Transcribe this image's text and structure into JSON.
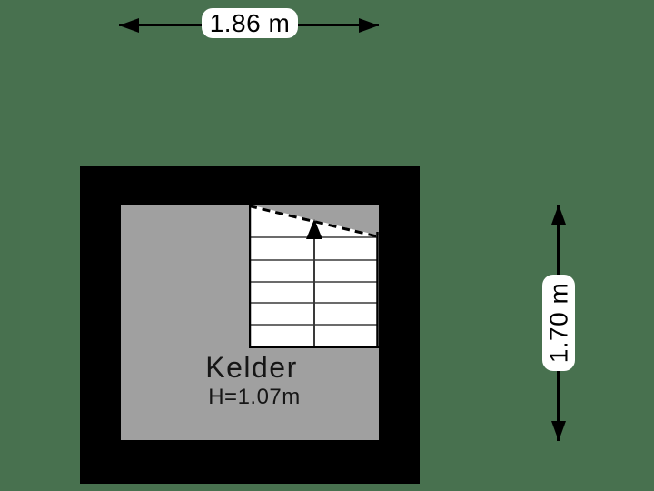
{
  "canvas": {
    "background_color": "#48714F"
  },
  "dimensions": {
    "width": {
      "label": "1.86 m"
    },
    "height": {
      "label": "1.70 m"
    }
  },
  "room": {
    "name": "Kelder",
    "ceiling_height": "H=1.07m",
    "floor_color": "#A0A0A0",
    "wall_color": "#000000"
  },
  "stairs": {
    "direction": "up",
    "tread_count": 6,
    "headroom_line": "dashed"
  }
}
